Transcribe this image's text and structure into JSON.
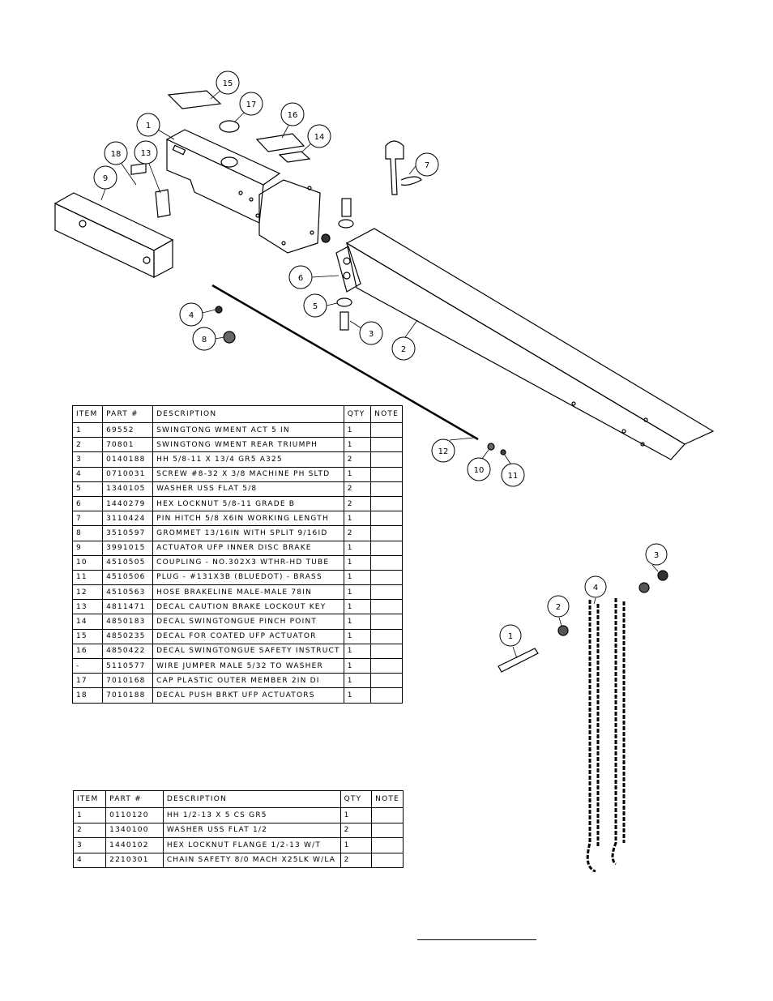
{
  "diagram_top": {
    "callouts": [
      "15",
      "17",
      "1",
      "16",
      "14",
      "18",
      "13",
      "9",
      "7",
      "6",
      "5",
      "4",
      "8",
      "3",
      "2",
      "12",
      "10",
      "11"
    ]
  },
  "diagram_chain": {
    "callouts": [
      "3",
      "4",
      "2",
      "1"
    ]
  },
  "table_main": {
    "headers": [
      "ITEM",
      "PART #",
      "DESCRIPTION",
      "QTY",
      "NOTE"
    ],
    "rows": [
      [
        "1",
        "69552",
        "SWINGTONG WMENT ACT 5 IN",
        "1",
        ""
      ],
      [
        "2",
        "70801",
        "SWINGTONG WMENT REAR TRIUMPH",
        "1",
        ""
      ],
      [
        "3",
        "0140188",
        "HH 5/8-11 X 13/4  GR5 A325",
        "2",
        ""
      ],
      [
        "4",
        "0710031",
        "SCREW #8-32 X 3/8 MACHINE PH SLTD",
        "1",
        ""
      ],
      [
        "5",
        "1340105",
        "WASHER USS FLAT 5/8",
        "2",
        ""
      ],
      [
        "6",
        "1440279",
        "HEX LOCKNUT 5/8-11 GRADE B",
        "2",
        ""
      ],
      [
        "7",
        "3110424",
        "PIN HITCH 5/8 X6IN WORKING LENGTH",
        "1",
        ""
      ],
      [
        "8",
        "3510597",
        "GROMMET 13/16IN  WITH SPLIT 9/16ID",
        "2",
        ""
      ],
      [
        "9",
        "3991015",
        "ACTUATOR UFP INNER  DISC BRAKE",
        "1",
        ""
      ],
      [
        "10",
        "4510505",
        "COUPLING - NO.302X3 WTHR-HD TUBE",
        "1",
        ""
      ],
      [
        "11",
        "4510506",
        "PLUG - #131X3B (BLUEDOT) - BRASS",
        "1",
        ""
      ],
      [
        "12",
        "4510563",
        "HOSE BRAKELINE MALE-MALE 78IN",
        "1",
        ""
      ],
      [
        "13",
        "4811471",
        "DECAL CAUTION BRAKE LOCKOUT KEY",
        "1",
        ""
      ],
      [
        "14",
        "4850183",
        "DECAL SWINGTONGUE PINCH POINT",
        "1",
        ""
      ],
      [
        "15",
        "4850235",
        "DECAL FOR COATED UFP ACTUATOR",
        "1",
        ""
      ],
      [
        "16",
        "4850422",
        "DECAL SWINGTONGUE SAFETY INSTRUCT",
        "1",
        ""
      ],
      [
        "-",
        "5110577",
        "WIRE JUMPER MALE 5/32 TO WASHER",
        "1",
        ""
      ],
      [
        "17",
        "7010168",
        "CAP  PLASTIC OUTER MEMBER 2IN DI",
        "1",
        ""
      ],
      [
        "18",
        "7010188",
        "DECAL PUSH BRKT UFP ACTUATORS",
        "1",
        ""
      ]
    ]
  },
  "table_chain": {
    "headers": [
      "ITEM",
      "PART #",
      "DESCRIPTION",
      "QTY",
      "NOTE"
    ],
    "rows": [
      [
        "1",
        "0110120",
        "HH 1/2-13 X 5 CS GR5",
        "1",
        ""
      ],
      [
        "2",
        "1340100",
        "WASHER USS FLAT 1/2",
        "2",
        ""
      ],
      [
        "3",
        "1440102",
        "HEX LOCKNUT FLANGE 1/2-13 W/T",
        "1",
        ""
      ],
      [
        "4",
        "2210301",
        "CHAIN SAFETY 8/0 MACH X25LK W/LA",
        "2",
        ""
      ]
    ]
  }
}
